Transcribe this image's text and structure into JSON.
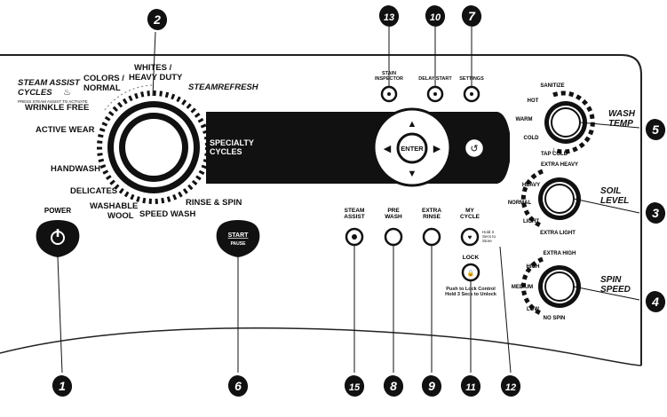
{
  "dial": {
    "steam_assist_cycles": [
      "STEAM ASSIST",
      "CYCLES"
    ],
    "steam_note": "PRESS STEAM ASSIST TO ACTIVATE",
    "colors": [
      "COLORS /",
      "NORMAL"
    ],
    "whites": [
      "WHITES /",
      "HEAVY DUTY"
    ],
    "steam_refresh": "STEAMREFRESH",
    "wrinkle_free": "WRINKLE FREE",
    "active_wear": "ACTIVE WEAR",
    "handwash": "HANDWASH",
    "delicates": "DELICATES",
    "washable_wool": [
      "WASHABLE",
      "WOOL"
    ],
    "speed_wash": "SPEED WASH",
    "rinse_spin": "RINSE & SPIN",
    "specialty": [
      "SPECIALTY",
      "CYCLES"
    ]
  },
  "top_buttons": {
    "stain": [
      "STAIN",
      "INSPECTOR"
    ],
    "delay": "DELAY START",
    "settings": "SETTINGS"
  },
  "nav": {
    "enter": "ENTER",
    "back": "BACK"
  },
  "wash_temp": {
    "title": [
      "WASH",
      "TEMP"
    ],
    "options": [
      "SANITIZE",
      "HOT",
      "WARM",
      "COLD",
      "TAP COLD"
    ]
  },
  "soil_level": {
    "title": [
      "SOIL",
      "LEVEL"
    ],
    "options": [
      "EXTRA HEAVY",
      "HEAVY",
      "NORMAL",
      "LIGHT",
      "EXTRA LIGHT"
    ]
  },
  "spin_speed": {
    "title": [
      "SPIN",
      "SPEED"
    ],
    "options": [
      "EXTRA HIGH",
      "HIGH",
      "MEDIUM",
      "LOW",
      "NO SPIN"
    ]
  },
  "power": "POWER",
  "start": [
    "START",
    "PAUSE"
  ],
  "options": {
    "steam": [
      "STEAM",
      "ASSIST"
    ],
    "prewash": [
      "PRE",
      "WASH"
    ],
    "extra_rinse": [
      "EXTRA",
      "RINSE"
    ],
    "my_cycle": [
      "MY",
      "CYCLE"
    ],
    "my_cycle_note": [
      "Hold 3",
      "Secs to",
      "Store"
    ],
    "lock": "LOCK",
    "lock_note": [
      "Push to Lock Control",
      "Hold 3 Secs to Unlock"
    ]
  },
  "callouts": [
    "1",
    "2",
    "3",
    "4",
    "5",
    "6",
    "7",
    "8",
    "9",
    "10",
    "11",
    "12",
    "13",
    "15"
  ]
}
